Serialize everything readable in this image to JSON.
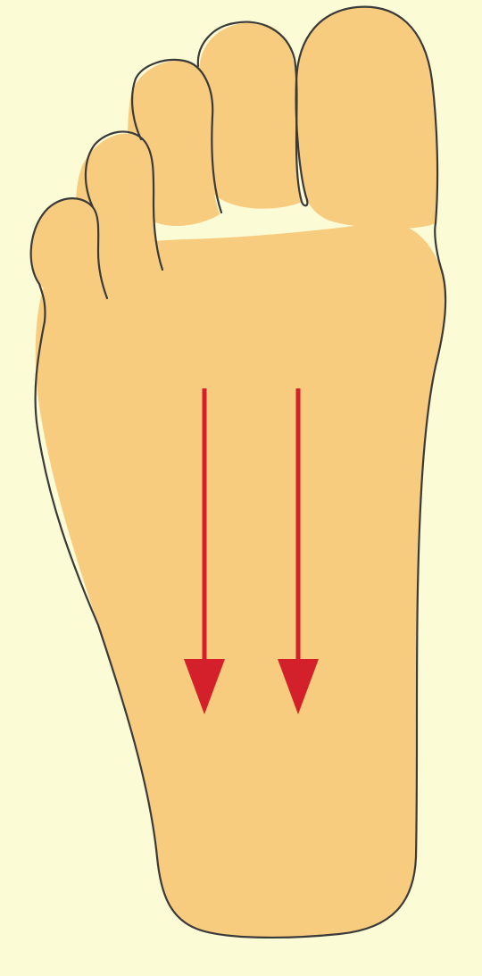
{
  "illustration": {
    "subject": "foot-sole",
    "arrow_count": 2,
    "arrow_direction": "down"
  },
  "colors": {
    "background": "#fbfbd6",
    "skin": "#f8cc7f",
    "outline": "#3a3a3a",
    "arrow": "#d4202a"
  }
}
